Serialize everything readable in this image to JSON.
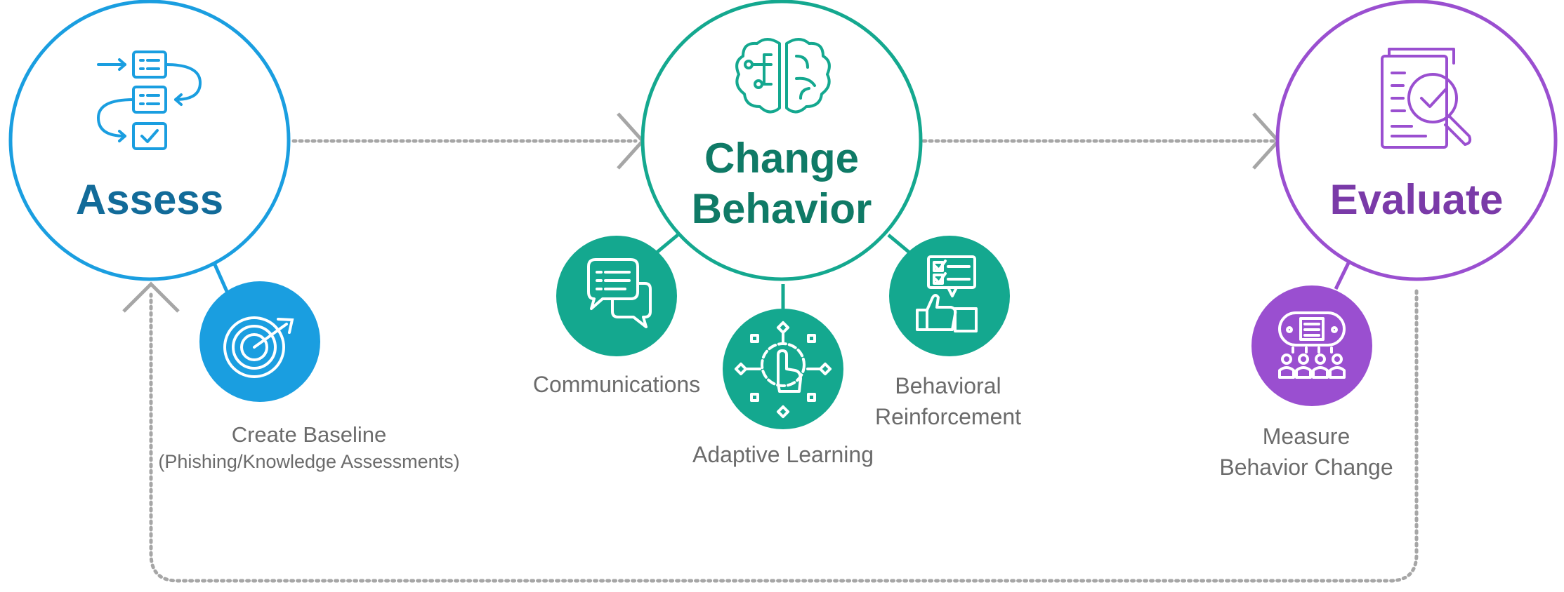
{
  "colors": {
    "assess": "#1a9ee0",
    "assess_text": "#126b99",
    "change": "#14a88f",
    "change_text": "#0f7a66",
    "evaluate": "#9a4fd0",
    "evaluate_text": "#7a3aa8",
    "connector": "#a6a6a6",
    "label": "#6b6b6b"
  },
  "stages": {
    "assess": {
      "title": "Assess",
      "icon": "workflow-checklist-icon"
    },
    "change": {
      "title_line1": "Change",
      "title_line2": "Behavior",
      "icon": "brain-circuit-icon"
    },
    "evaluate": {
      "title": "Evaluate",
      "icon": "document-magnifier-check-icon"
    }
  },
  "sub_items": {
    "create_baseline": {
      "line1": "Create Baseline",
      "line2": "(Phishing/Knowledge Assessments)",
      "icon": "target-arrow-icon"
    },
    "communications": {
      "label": "Communications",
      "icon": "chat-bubbles-icon"
    },
    "adaptive_learning": {
      "label": "Adaptive Learning",
      "icon": "gear-hand-network-icon"
    },
    "behavioral_reinforcement": {
      "line1": "Behavioral",
      "line2": "Reinforcement",
      "icon": "thumbs-up-checklist-icon"
    },
    "measure": {
      "line1": "Measure",
      "line2": "Behavior Change",
      "icon": "presentation-audience-icon"
    }
  }
}
